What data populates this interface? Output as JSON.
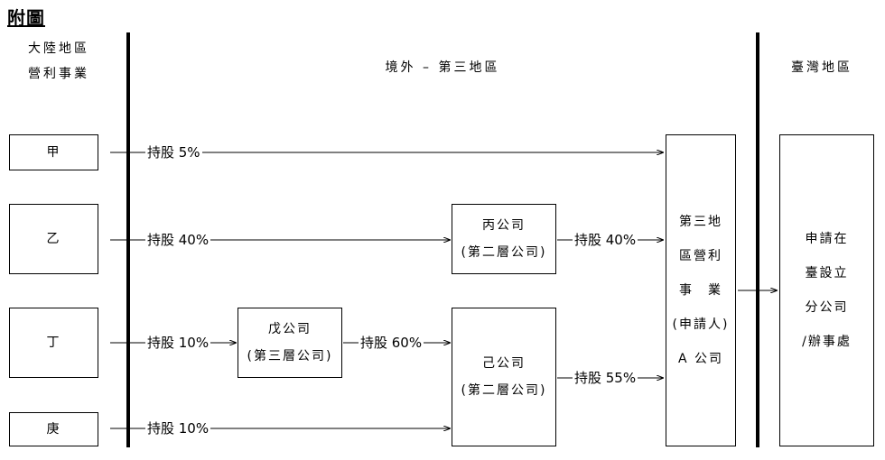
{
  "title": "附圖",
  "regions": {
    "mainland": [
      "大陸地區",
      "營利事業"
    ],
    "offshore": "境外 – 第三地區",
    "taiwan": "臺灣地區"
  },
  "mainland_entities": [
    "甲",
    "乙",
    "丁",
    "庚"
  ],
  "companies": {
    "bing": [
      "丙公司",
      "(第二層公司)"
    ],
    "wu": [
      "戊公司",
      "(第三層公司)"
    ],
    "ji": [
      "己公司",
      "(第二層公司)"
    ],
    "applicant": [
      "第三地",
      "區營利",
      "事　業",
      "(申請人)",
      "A 公司"
    ],
    "taiwan_branch": [
      "申請在",
      "臺設立",
      "分公司",
      "/辦事處"
    ]
  },
  "holdings": {
    "jia": "持股 5%",
    "yi": "持股 40%",
    "ding": "持股 10%",
    "geng": "持股 10%",
    "wu_to_ji": "持股 60%",
    "bing_to_a": "持股 40%",
    "ji_to_a": "持股 55%"
  }
}
